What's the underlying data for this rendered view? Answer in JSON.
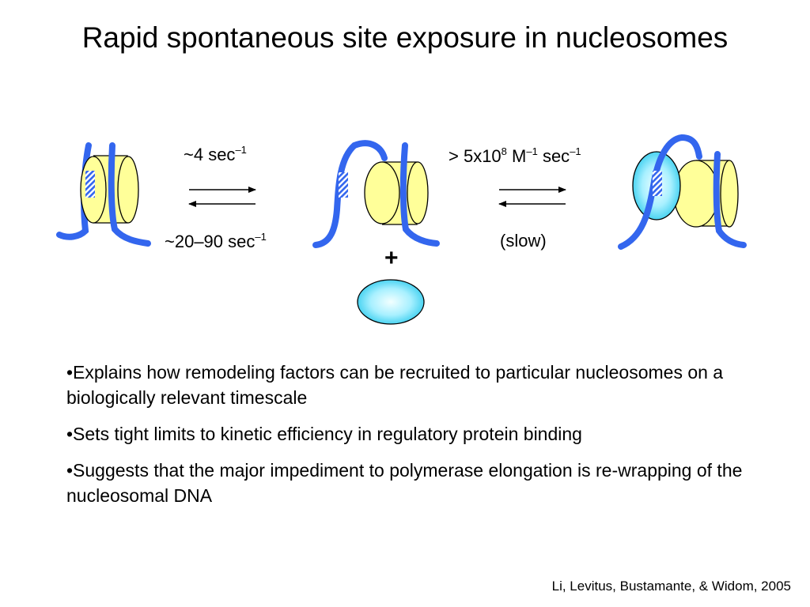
{
  "title": "Rapid spontaneous site exposure in nucleosomes",
  "reactions": [
    {
      "forward": {
        "prefix": "~4 sec",
        "exponent": "–1"
      },
      "reverse": {
        "prefix": "~20–90 sec",
        "exponent": "–1"
      }
    },
    {
      "forward": {
        "part1": "> 5x10",
        "exp1": "8",
        "part2": " M",
        "exp2": "–1",
        "part3": " sec",
        "exp3": "–1"
      },
      "reverse": {
        "label": "(slow)"
      }
    }
  ],
  "plus_sign": "+",
  "bullets": [
    "•Explains how remodeling factors can be recruited to particular nucleosomes on a biologically relevant timescale",
    "•Sets tight limits to kinetic efficiency in regulatory protein binding",
    "•Suggests that the major impediment to polymerase elongation is re-wrapping of the nucleosomal DNA"
  ],
  "citation": "Li, Levitus, Bustamante, & Widom, 2005",
  "colors": {
    "dna": "#3366ee",
    "histone": "#ffff99",
    "protein_center": "#e8ffff",
    "protein_edge": "#33ccee",
    "site_hatch": "#3366ee"
  },
  "icons": [
    "nucleosome-icon",
    "unwrapped-nucleosome-icon",
    "bound-complex-icon",
    "binding-protein-icon",
    "equilibrium-arrows-icon"
  ]
}
